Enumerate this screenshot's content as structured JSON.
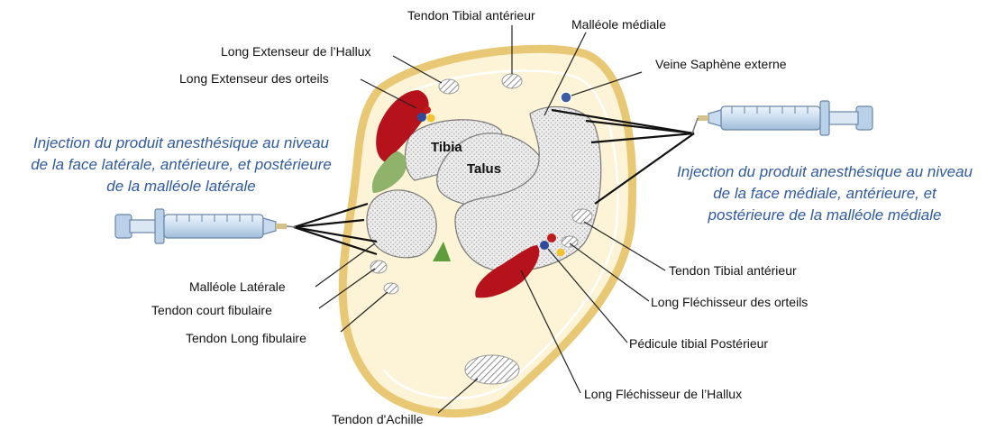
{
  "labels": {
    "tendon_tibial_anterieur_top": "Tendon Tibial antérieur",
    "malleole_mediale": "Malléole médiale",
    "long_extenseur_hallux": "Long Extenseur de l’Hallux",
    "long_extenseur_orteils": "Long Extenseur des orteils",
    "veine_saphene_externe": "Veine Saphène externe",
    "tibia": "Tibia",
    "talus": "Talus",
    "malleole_laterale": "Malléole Latérale",
    "tendon_court_fibulaire": "Tendon court fibulaire",
    "tendon_long_fibulaire": "Tendon Long fibulaire",
    "tendon_tibial_anterieur_right": "Tendon Tibial antérieur",
    "long_flechisseur_orteils": "Long Fléchisseur des orteils",
    "pedicule_tibial_posterieur": "Pédicule tibial Postérieur",
    "long_flechisseur_hallux": "Long Fléchisseur de l’Hallux",
    "tendon_achille": "Tendon d'Achille"
  },
  "notes": {
    "left": [
      "Injection du produit anesthésique au niveau",
      "de la face latérale, antérieure, et postérieure",
      "de la malléole latérale"
    ],
    "right": [
      "Injection du produit anesthésique au niveau",
      "de la face médiale, antérieure, et",
      "postérieure de la malléole médiale"
    ]
  },
  "colors": {
    "skin_outline": "#e8c874",
    "skin_fill": "#fdf3d6",
    "bone_fill": "#e6e6e6",
    "muscle_red": "#b5121b",
    "tendon_green": "#8fb36a",
    "note_blue": "#2f5a9e",
    "syringe_blue": "#cfe2f3"
  }
}
